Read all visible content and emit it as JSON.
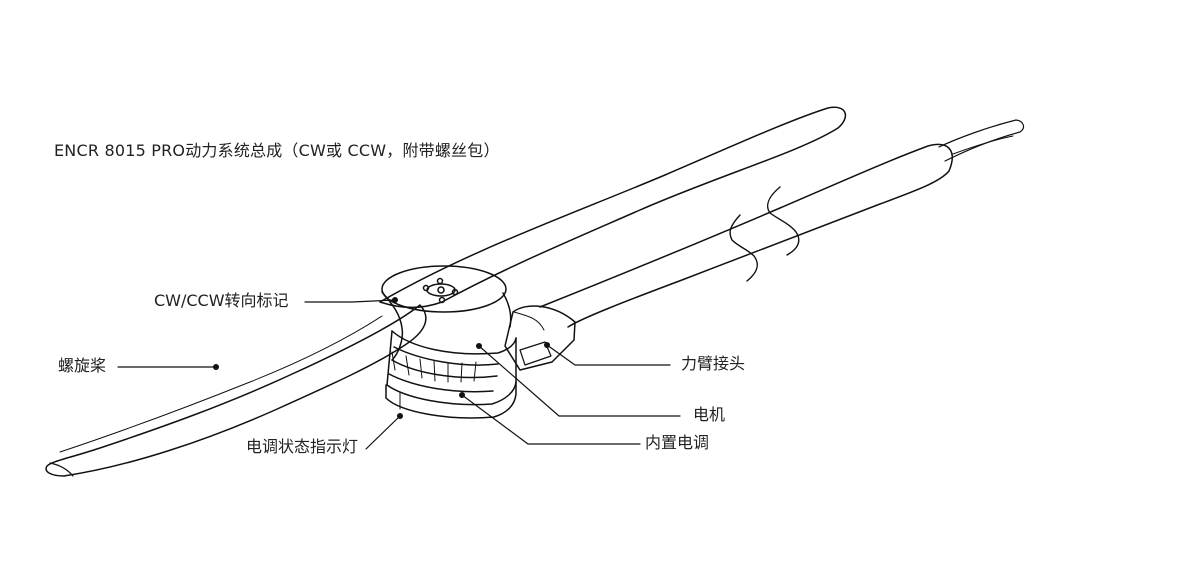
{
  "title": "ENCR 8015 PRO动力系统总成（CW或 CCW，附带螺丝包）",
  "labels": {
    "rotation_mark": "CW/CCW转向标记",
    "propeller": "螺旋桨",
    "arm_connector": "力臂接头",
    "motor": "电机",
    "esc_indicator": "电调状态指示灯",
    "built_in_esc": "内置电调"
  }
}
